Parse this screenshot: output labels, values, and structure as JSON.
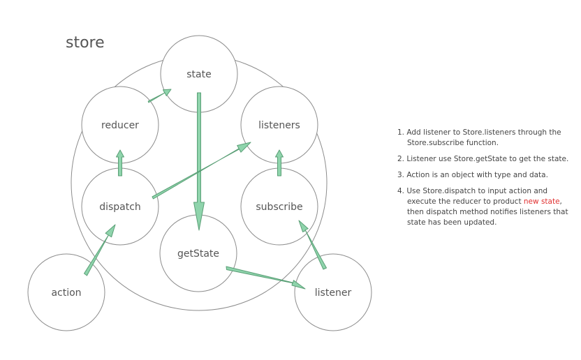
{
  "store": {
    "label": "store"
  },
  "nodes": {
    "state": "state",
    "reducer": "reducer",
    "listeners": "listeners",
    "dispatch": "dispatch",
    "subscribe": "subscribe",
    "getState": "getState",
    "action": "action",
    "listener": "listener"
  },
  "notes": [
    {
      "number": "1.",
      "text": "Add listener to Store.listeners through the Store.subscribe function."
    },
    {
      "number": "2.",
      "text": "Listener use Store.getState to get the state."
    },
    {
      "number": "3.",
      "text": "Action is an object with type and data."
    },
    {
      "number": "4.",
      "text_before": "Use Store.dispatch to input action and execute the reducer to product ",
      "highlight": "new state",
      "text_after": ", then dispatch method notifies listeners that state has been updated."
    }
  ],
  "colors": {
    "arrow_fill": "#8fd4ac",
    "arrow_stroke": "#5a9f76",
    "circle_stroke": "#8c8c8c",
    "highlight": "#e03030"
  }
}
